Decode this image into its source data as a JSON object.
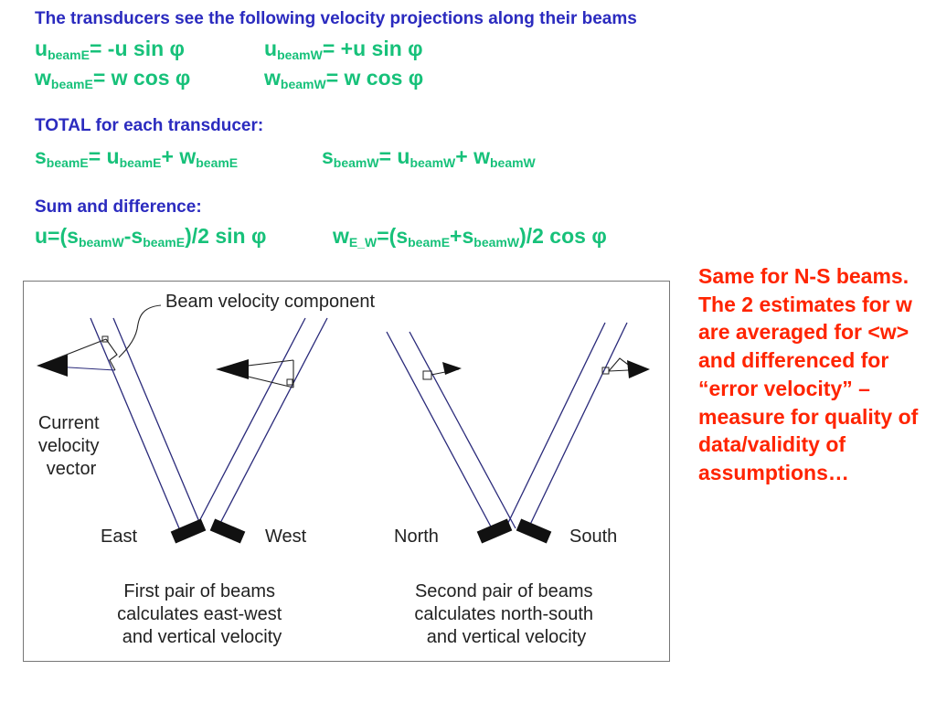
{
  "heading_projections": "The transducers see the following velocity projections along their beams",
  "eq_u_east": {
    "base": "u",
    "sub": "beamE",
    "rhs": "= -u sin φ"
  },
  "eq_u_west": {
    "base": "u",
    "sub": "beamW",
    "rhs": "= +u sin φ"
  },
  "eq_w_east": {
    "base": "w",
    "sub": "beamE",
    "rhs": "= w cos φ"
  },
  "eq_w_west": {
    "base": "w",
    "sub": "beamW",
    "rhs": "= w cos φ"
  },
  "heading_total": "TOTAL for each transducer:",
  "eq_s_east": {
    "base": "s",
    "sub": "beamE",
    "mid1": "= u",
    "sub2": "beamE",
    "mid2": "+ w",
    "sub3": "beamE"
  },
  "eq_s_west": {
    "base": "s",
    "sub": "beamW",
    "mid1": "= u",
    "sub2": "beamW",
    "mid2": "+ w",
    "sub3": "beamW"
  },
  "heading_sum": "Sum and difference:",
  "eq_u_diff": {
    "p1": "u=(s",
    "sub1": "beamW",
    "p2": "-s",
    "sub2": "beamE",
    "p3": ")/2 sin φ"
  },
  "eq_w_sum": {
    "p1": "w",
    "sub1": "E_W",
    "p2": "=(s",
    "sub2": "beamE",
    "p3": "+s",
    "sub3": "beamW",
    "p4": ")/2 cos φ"
  },
  "side_note": "Same for N-S beams. The 2 estimates for w are averaged for <w> and differenced for “error velocity” – measure for quality of data/validity of assumptions…",
  "figure": {
    "beam_component_label": "Beam velocity component",
    "current_vector_label": [
      "Current",
      "velocity",
      "vector"
    ],
    "label_east": "East",
    "label_west": "West",
    "label_north": "North",
    "label_south": "South",
    "caption_first": [
      "First pair of beams",
      "calculates east-west",
      "and vertical velocity"
    ],
    "caption_second": [
      "Second pair of beams",
      "calculates north-south",
      "and vertical velocity"
    ]
  },
  "colors": {
    "heading": "#2b2bbf",
    "equation": "#17c17a",
    "note": "#ff2400",
    "beam_line": "#2a2a7a"
  }
}
